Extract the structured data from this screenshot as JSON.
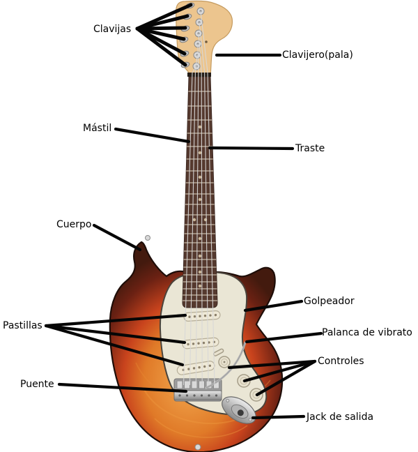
{
  "diagram": {
    "background_color": "#ffffff",
    "subject": "electric-guitar-parts-diagram",
    "labels": {
      "clavijas": "Clavijas",
      "clavijero_pala": "Clavijero(pala)",
      "mastil": "Mástil",
      "traste": "Traste",
      "cuerpo": "Cuerpo",
      "golpeador": "Golpeador",
      "pastillas": "Pastillas",
      "palanca_de_vibrato": "Palanca de vibrato",
      "controles": "Controles",
      "puente": "Puente",
      "jack_de_salida": "Jack de salida"
    },
    "colors": {
      "label_text": "#000000",
      "callout_line": "#060606",
      "headstock_wood": "#ecc58e",
      "fretboard": "#55392e",
      "pickguard": "#eae6d5",
      "pickguard_border": "#4a443c",
      "body_sunburst_center": "#f2a94f",
      "body_sunburst_mid": "#c8431d",
      "body_sunburst_edge": "#431a0e",
      "hardware_chrome": "#c6c6c6"
    }
  }
}
